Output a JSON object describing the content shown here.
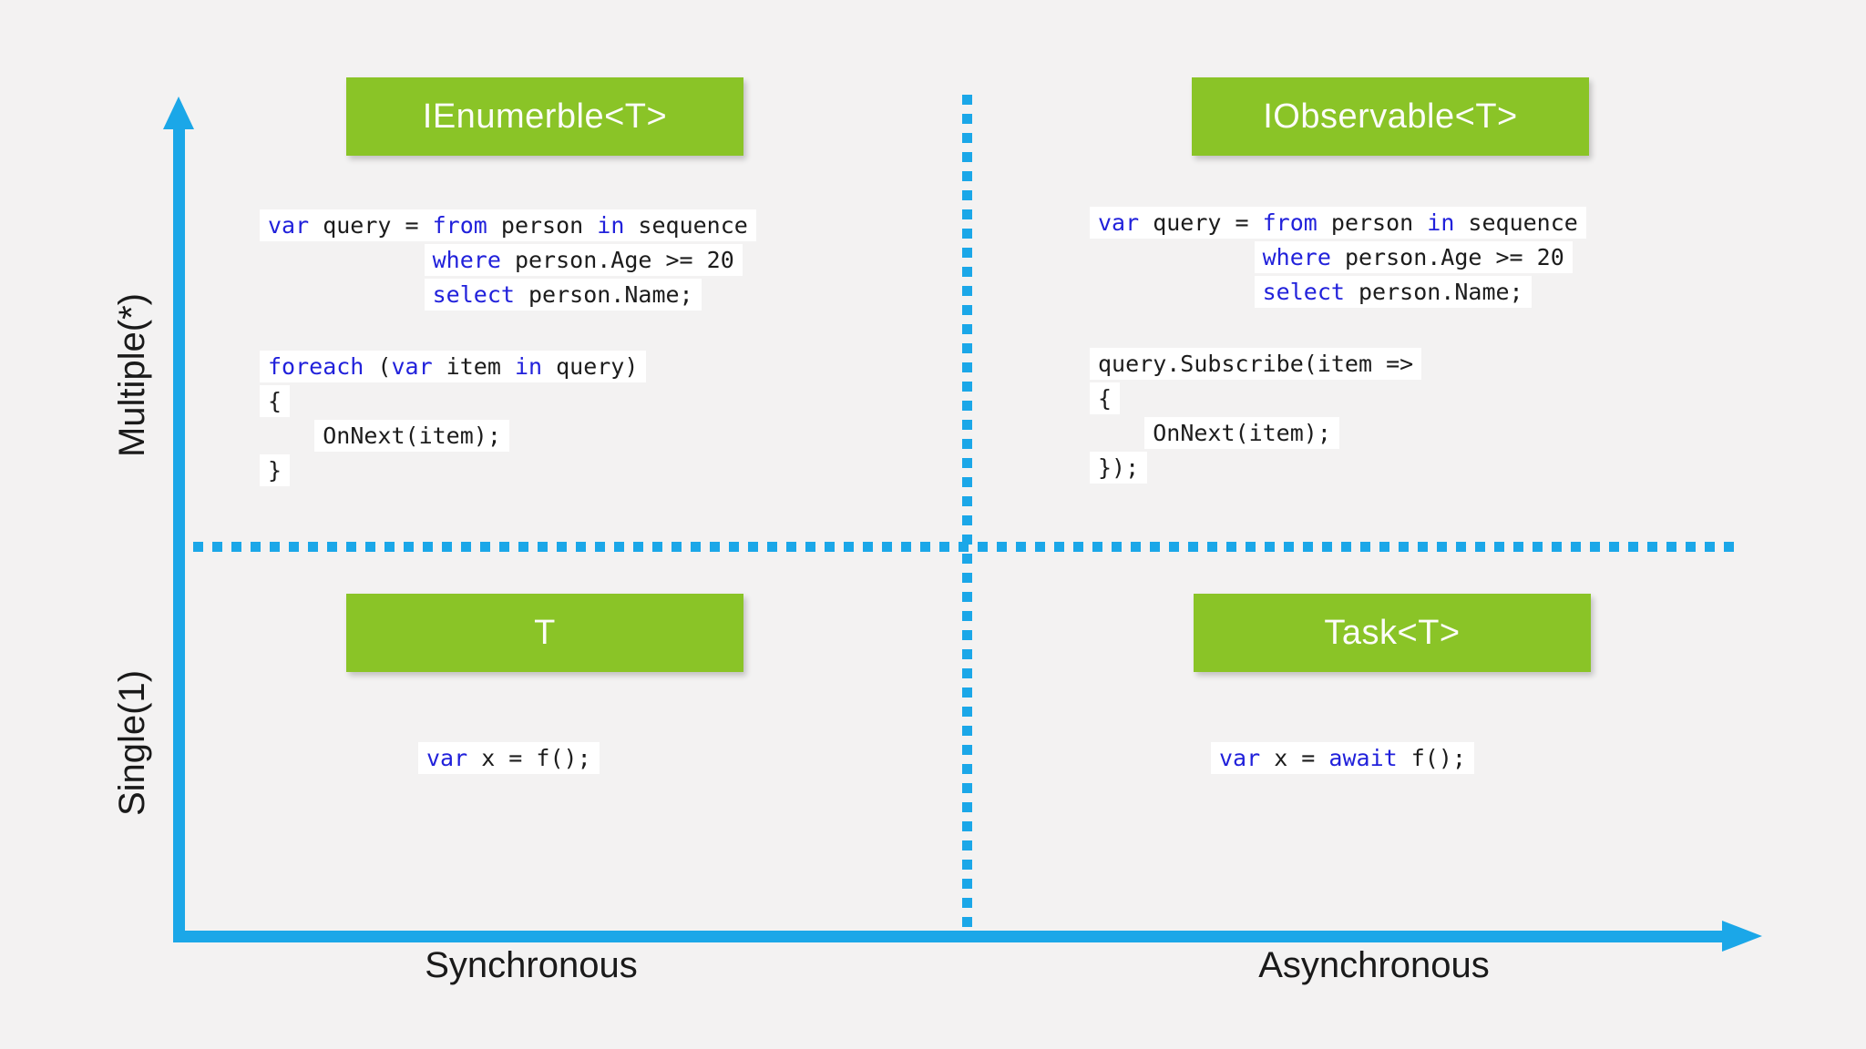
{
  "colors": {
    "page_bg": "#F3F2F2",
    "axis_blue": "#1BA7E8",
    "box_green": "#8AC427",
    "box_text": "#FCFCF8",
    "code_text": "#1C1C1C",
    "keyword_blue": "#2121DB",
    "code_bg": "#FFFFFF"
  },
  "axes": {
    "y_top_label": "Multiple(*)",
    "y_bottom_label": "Single(1)",
    "x_left_label": "Synchronous",
    "x_right_label": "Asynchronous"
  },
  "quadrants": {
    "top_left": {
      "box_label": "IEnumerble<T>",
      "code_blocks": [
        [
          {
            "segments": [
              {
                "t": "var",
                "k": true
              },
              {
                "t": " query = ",
                "k": false
              },
              {
                "t": "from",
                "k": true
              },
              {
                "t": " person ",
                "k": false
              },
              {
                "t": "in",
                "k": true
              },
              {
                "t": " sequence",
                "k": false
              }
            ]
          },
          {
            "indent": "            ",
            "segments": [
              {
                "t": "where",
                "k": true
              },
              {
                "t": " person.Age >= 20",
                "k": false
              }
            ]
          },
          {
            "indent": "            ",
            "segments": [
              {
                "t": "select",
                "k": true
              },
              {
                "t": " person.Name;",
                "k": false
              }
            ]
          }
        ],
        [
          {
            "segments": [
              {
                "t": "foreach",
                "k": true
              },
              {
                "t": " (",
                "k": false
              },
              {
                "t": "var",
                "k": true
              },
              {
                "t": " item ",
                "k": false
              },
              {
                "t": "in",
                "k": true
              },
              {
                "t": " query)",
                "k": false
              }
            ]
          },
          {
            "segments": [
              {
                "t": "{",
                "k": false
              }
            ]
          },
          {
            "indent": "    ",
            "segments": [
              {
                "t": "OnNext(item);",
                "k": false
              }
            ]
          },
          {
            "segments": [
              {
                "t": "}",
                "k": false
              }
            ]
          }
        ]
      ]
    },
    "top_right": {
      "box_label": "IObservable<T>",
      "code_blocks": [
        [
          {
            "segments": [
              {
                "t": "var",
                "k": true
              },
              {
                "t": " query = ",
                "k": false
              },
              {
                "t": "from",
                "k": true
              },
              {
                "t": " person ",
                "k": false
              },
              {
                "t": "in",
                "k": true
              },
              {
                "t": " sequence",
                "k": false
              }
            ]
          },
          {
            "indent": "            ",
            "segments": [
              {
                "t": "where",
                "k": true
              },
              {
                "t": " person.Age >= 20",
                "k": false
              }
            ]
          },
          {
            "indent": "            ",
            "segments": [
              {
                "t": "select",
                "k": true
              },
              {
                "t": " person.Name;",
                "k": false
              }
            ]
          }
        ],
        [
          {
            "segments": [
              {
                "t": "query.Subscribe(item =>",
                "k": false
              }
            ]
          },
          {
            "segments": [
              {
                "t": "{",
                "k": false
              }
            ]
          },
          {
            "indent": "    ",
            "segments": [
              {
                "t": "OnNext(item);",
                "k": false
              }
            ]
          },
          {
            "segments": [
              {
                "t": "});",
                "k": false
              }
            ]
          }
        ]
      ]
    },
    "bottom_left": {
      "box_label": "T",
      "code_blocks": [
        [
          {
            "segments": [
              {
                "t": "var",
                "k": true
              },
              {
                "t": " x = f();",
                "k": false
              }
            ]
          }
        ]
      ]
    },
    "bottom_right": {
      "box_label": "Task<T>",
      "code_blocks": [
        [
          {
            "segments": [
              {
                "t": "var",
                "k": true
              },
              {
                "t": " x = ",
                "k": false
              },
              {
                "t": "await",
                "k": true
              },
              {
                "t": " f();",
                "k": false
              }
            ]
          }
        ]
      ]
    }
  }
}
